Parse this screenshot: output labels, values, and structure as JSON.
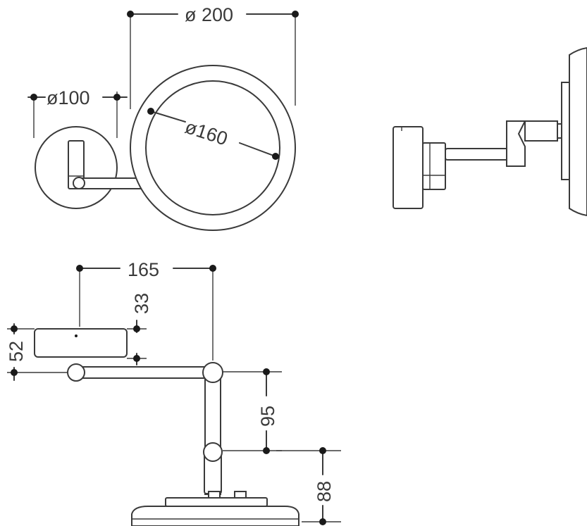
{
  "dimensions": {
    "mirror_diameter": "ø 200",
    "wall_plate_diameter": "ø100",
    "glass_diameter": "ø160",
    "arm_length": "165",
    "plate_offset": "33",
    "plate_height": "52",
    "vertical_arm": "95",
    "mirror_height": "88"
  },
  "colors": {
    "line": "#3a3a3a",
    "dot": "#1a1a1a",
    "background": "#ffffff"
  }
}
